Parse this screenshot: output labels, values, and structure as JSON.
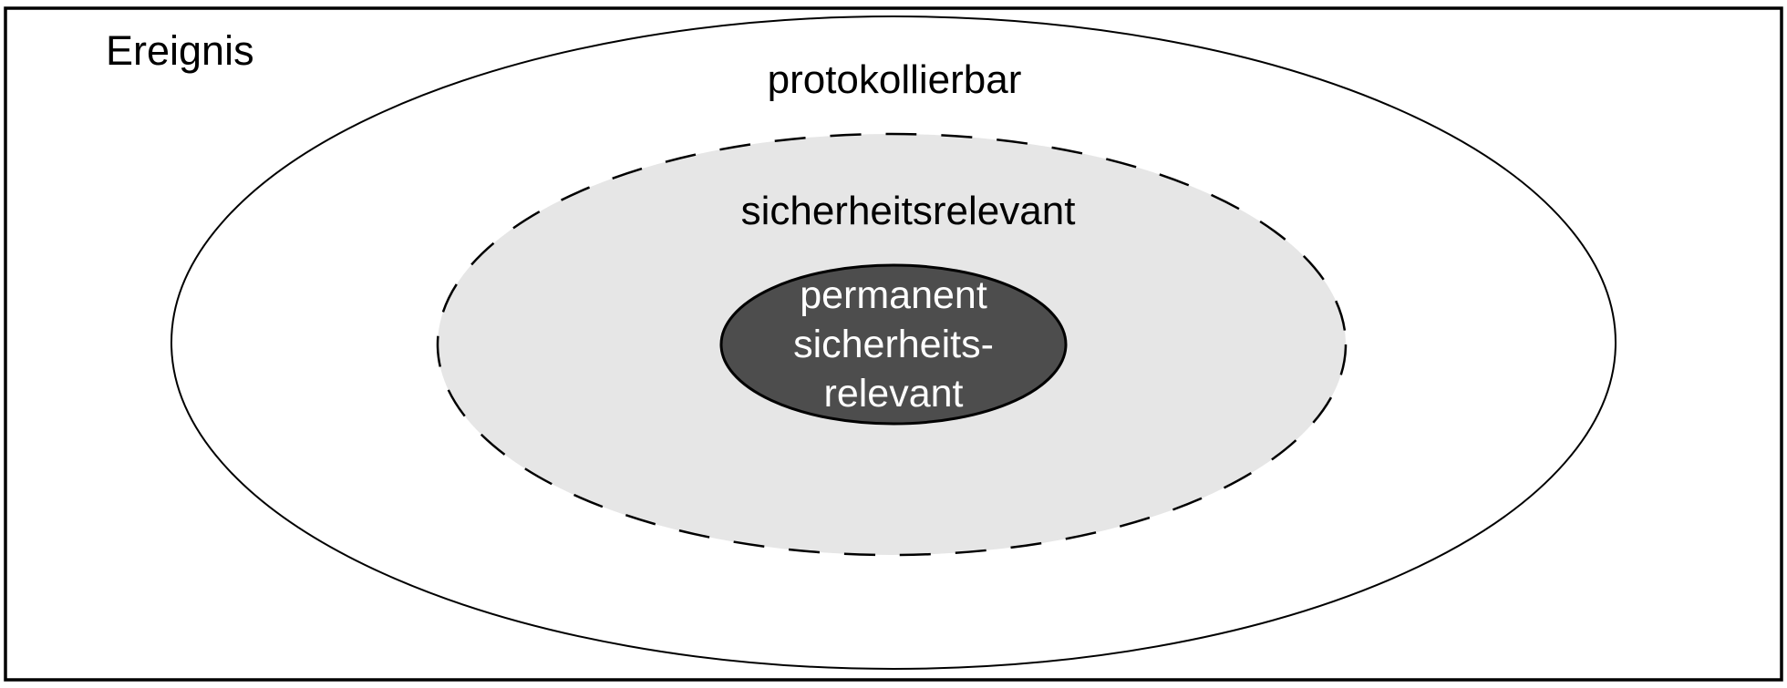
{
  "diagram": {
    "title": "Ereignis set diagram",
    "labels": {
      "outer_box": "Ereignis",
      "outer_ellipse": "protokollierbar",
      "middle_ellipse": "sicherheitsrelevant",
      "inner_ellipse_lines": [
        "permanent",
        "sicherheits-",
        "relevant"
      ]
    },
    "colors": {
      "background": "#ffffff",
      "stroke": "#000000",
      "outer_ellipse_fill": "#ffffff",
      "middle_ellipse_fill": "#e6e6e6",
      "inner_ellipse_fill": "#4d4d4d",
      "inner_text": "#ffffff"
    }
  }
}
